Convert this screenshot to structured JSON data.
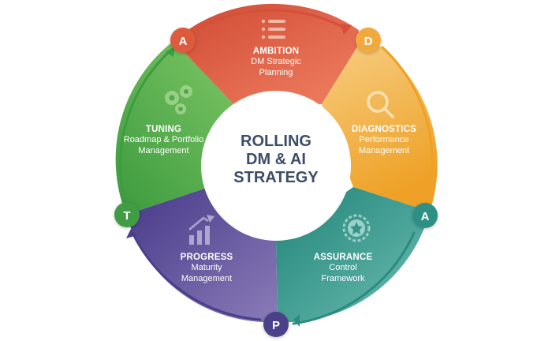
{
  "center": {
    "line1": "ROLLING",
    "line2": "DM & AI",
    "line3": "STRATEGY"
  },
  "segments": [
    {
      "key": "ambition",
      "title": "AMBITION",
      "line1": "DM Strategic",
      "line2": "Planning",
      "icon": "list-icon",
      "color": "#e2674a",
      "badge": "D",
      "badge_color": "#f0a93c"
    },
    {
      "key": "diagnostics",
      "title": "DIAGNOSTICS",
      "line1": "Performance",
      "line2": "Management",
      "icon": "magnifier-icon",
      "color": "#f3ae3e",
      "badge": "A",
      "badge_color": "#2f8f86"
    },
    {
      "key": "assurance",
      "title": "ASSURANCE",
      "line1": "Control",
      "line2": "Framework",
      "icon": "badge-star-icon",
      "color": "#35958a",
      "badge": "P",
      "badge_color": "#4c3f8a"
    },
    {
      "key": "progress",
      "title": "PROGRESS",
      "line1": "Maturity",
      "line2": "Management",
      "icon": "growth-chart-icon",
      "color": "#5a4a95",
      "badge": "T",
      "badge_color": "#3f9d45"
    },
    {
      "key": "tuning",
      "title": "TUNING",
      "line1": "Roadmap & Portfolio",
      "line2": "Management",
      "icon": "gears-icon",
      "color": "#49a648",
      "badge": "A",
      "badge_color": "#dd5a3e"
    }
  ]
}
